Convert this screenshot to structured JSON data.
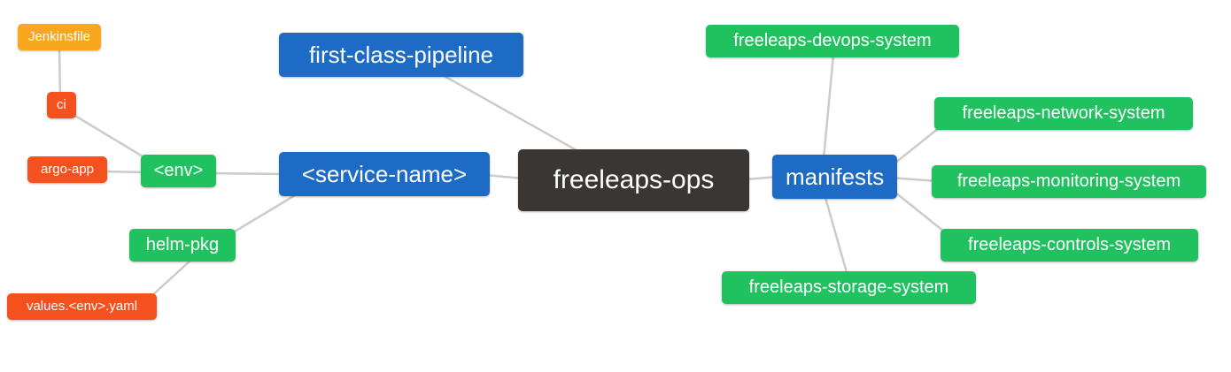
{
  "diagram": {
    "type": "mindmap",
    "root": "freeleaps-ops",
    "palette": {
      "blue": "#1e6bc5",
      "green": "#20c15f",
      "orange_red": "#f4511e",
      "amber": "#f9a71f",
      "dark": "#3a3634",
      "connector_gray": "#cbcbcb",
      "text": "#ffffff",
      "background": "#ffffff"
    },
    "nodes": {
      "jenkinsfile": {
        "label": "Jenkinsfile",
        "color": "#f9a71f"
      },
      "ci": {
        "label": "ci",
        "color": "#f4511e"
      },
      "argo_app": {
        "label": "argo-app",
        "color": "#f4511e"
      },
      "env": {
        "label": "<env>",
        "color": "#20c15f"
      },
      "helm_pkg": {
        "label": "helm-pkg",
        "color": "#20c15f"
      },
      "values_env_yaml": {
        "label": "values.<env>.yaml",
        "color": "#f4511e"
      },
      "first_class_pipeline": {
        "label": "first-class-pipeline",
        "color": "#1e6bc5"
      },
      "service_name": {
        "label": "<service-name>",
        "color": "#1e6bc5"
      },
      "freeleaps_ops": {
        "label": "freeleaps-ops",
        "color": "#3a3634"
      },
      "manifests": {
        "label": "manifests",
        "color": "#1e6bc5"
      },
      "devops_system": {
        "label": "freeleaps-devops-system",
        "color": "#20c15f"
      },
      "network_system": {
        "label": "freeleaps-network-system",
        "color": "#20c15f"
      },
      "monitoring_system": {
        "label": "freeleaps-monitoring-system",
        "color": "#20c15f"
      },
      "controls_system": {
        "label": "freeleaps-controls-system",
        "color": "#20c15f"
      },
      "storage_system": {
        "label": "freeleaps-storage-system",
        "color": "#20c15f"
      }
    },
    "edges": [
      {
        "from": "jenkinsfile",
        "to": "ci"
      },
      {
        "from": "ci",
        "to": "env"
      },
      {
        "from": "argo_app",
        "to": "env"
      },
      {
        "from": "env",
        "to": "service_name"
      },
      {
        "from": "helm_pkg",
        "to": "service_name"
      },
      {
        "from": "values_env_yaml",
        "to": "helm_pkg"
      },
      {
        "from": "first_class_pipeline",
        "to": "freeleaps_ops"
      },
      {
        "from": "service_name",
        "to": "freeleaps_ops"
      },
      {
        "from": "freeleaps_ops",
        "to": "manifests"
      },
      {
        "from": "manifests",
        "to": "devops_system"
      },
      {
        "from": "manifests",
        "to": "network_system"
      },
      {
        "from": "manifests",
        "to": "monitoring_system"
      },
      {
        "from": "manifests",
        "to": "controls_system"
      },
      {
        "from": "manifests",
        "to": "storage_system"
      }
    ]
  }
}
